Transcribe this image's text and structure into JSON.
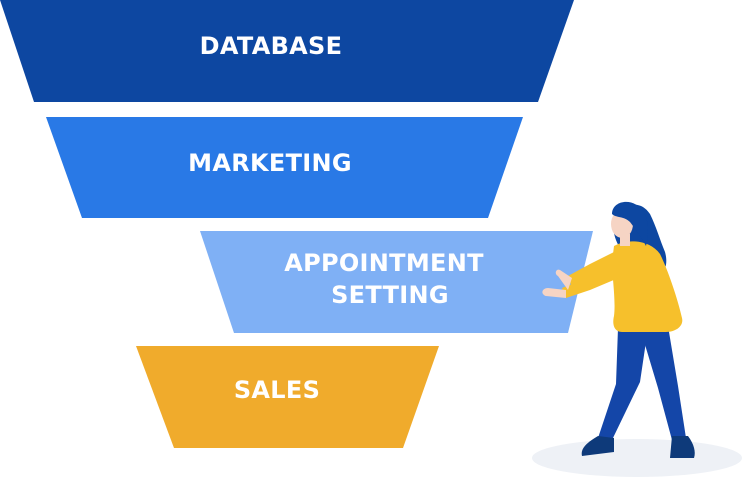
{
  "funnel": {
    "stages": [
      {
        "lines": [
          "DATABASE"
        ],
        "color": "#0d47a1"
      },
      {
        "lines": [
          "MARKETING"
        ],
        "color": "#2979e6"
      },
      {
        "lines": [
          "APPOINTMENT",
          "SETTING"
        ],
        "color": "#7fb0f5"
      },
      {
        "lines": [
          "SALES"
        ],
        "color": "#f0ab2c"
      }
    ]
  },
  "figure": {
    "hair_color": "#0d47a1",
    "skin_color": "#f6d4c4",
    "top_color": "#f6c02c",
    "pants_color": "#1446a8",
    "shoe_color": "#0e3a7a",
    "shadow_color": "#eef1f6"
  }
}
